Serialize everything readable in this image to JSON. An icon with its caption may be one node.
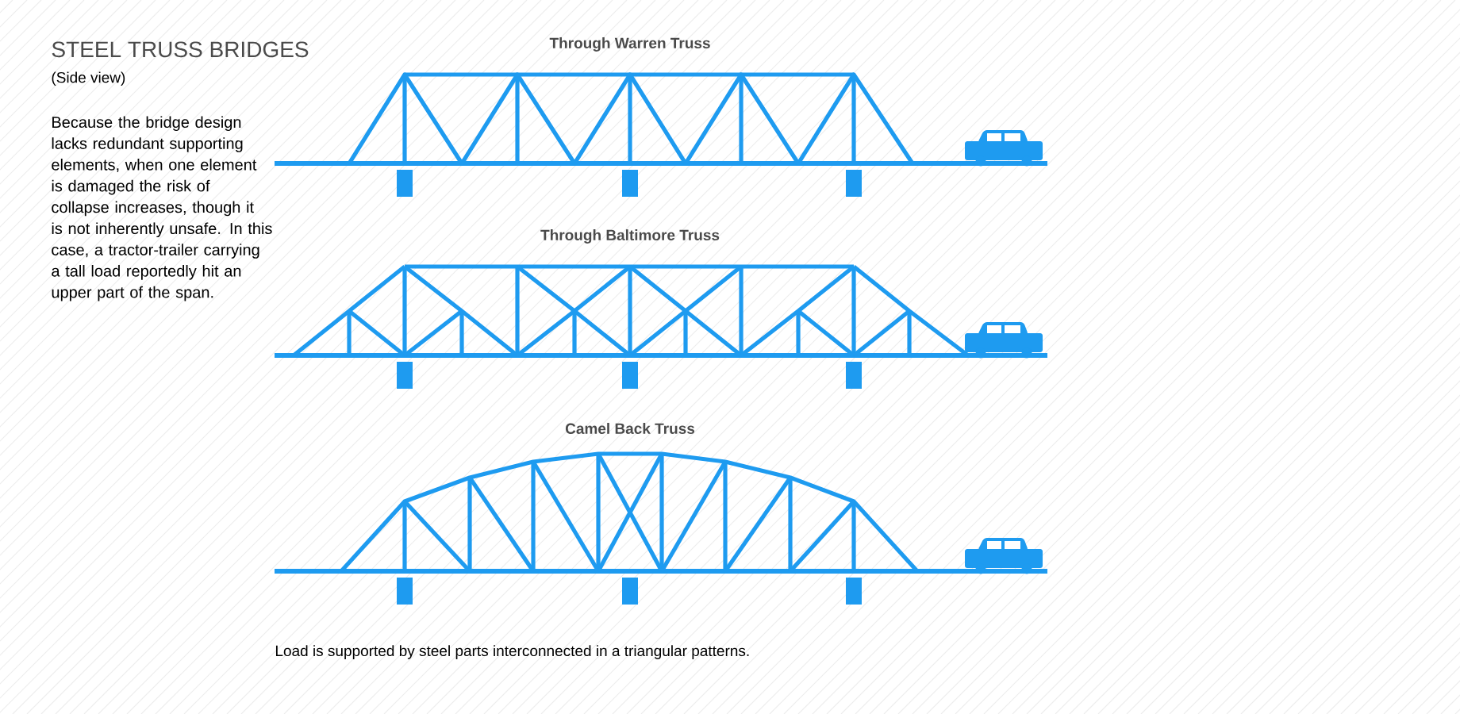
{
  "diagram": {
    "title": "STEEL TRUSS BRIDGES",
    "labels": [
      "(Side view)",
      "Because the bridge design lacks redundant supporting elements, when one element is damaged the risk of collapse increases, though it is not inherently unsafe. In this case, a tractor-trailer carrying a tall load reportedly hit an upper part of the span.",
      "Through Warren Truss",
      "Through Baltimore Truss",
      "Camel Back Truss"
    ],
    "caption": "Load is supported by steel parts interconnected in a triangular patterns."
  }
}
